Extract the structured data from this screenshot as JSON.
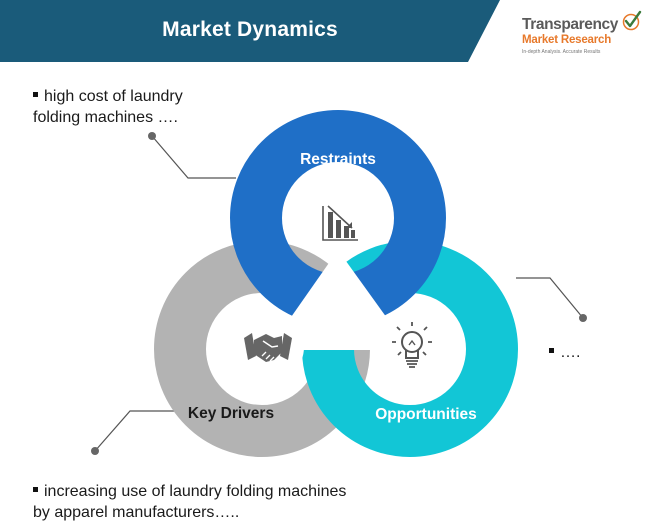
{
  "header": {
    "title": "Market Dynamics",
    "band_color": "#1a5b7a"
  },
  "logo": {
    "name_line1": "Transparency",
    "name_line2": "Market Research",
    "tagline": "In-depth Analysis. Accurate Results",
    "accent_color": "#e7792b",
    "icon": "checkmark-icon"
  },
  "notes": {
    "restraints": "high cost of laundry folding machines ….",
    "opportunities": "….",
    "drivers": "increasing use of laundry folding machines by apparel manufacturers….."
  },
  "segments": {
    "restraints": {
      "label": "Restraints",
      "color": "#1f6fc7",
      "icon": "declining-bar-chart-icon"
    },
    "drivers": {
      "label": "Key Drivers",
      "color": "#b3b3b3",
      "icon": "handshake-icon"
    },
    "opportunities": {
      "label": "Opportunities",
      "color": "#12c6d6",
      "icon": "lightbulb-icon"
    }
  }
}
